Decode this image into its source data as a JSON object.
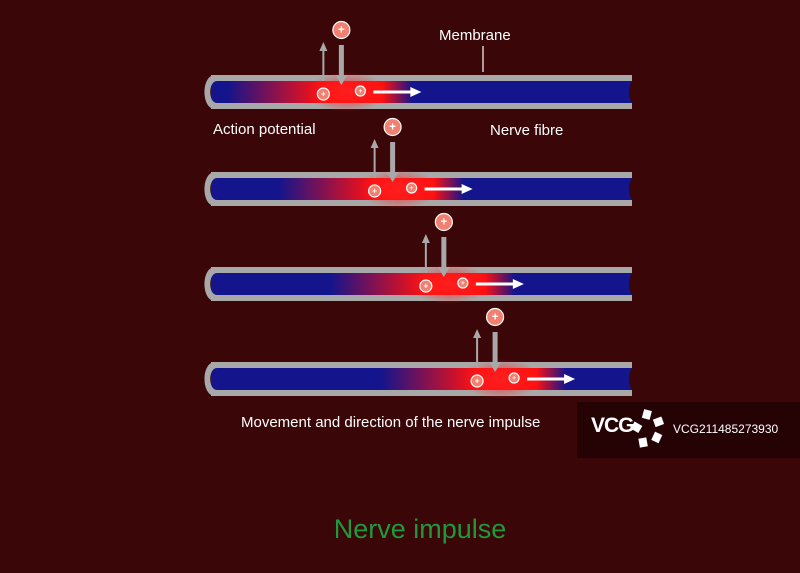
{
  "labels": {
    "membrane": "Membrane",
    "action_potential": "Action potential",
    "nerve_fibre": "Nerve fibre",
    "caption": "Movement and direction of the nerve impulse",
    "title": "Nerve impulse"
  },
  "watermark": {
    "logo": "VCG",
    "id": "VCG211485273930"
  },
  "ion_symbol": "+",
  "impulse_positions": [
    0.31,
    0.43,
    0.55,
    0.67
  ],
  "colors": {
    "background": "#3a0608",
    "fibre": "#14148c",
    "membrane": "#a8a8a8",
    "impulse": "#ff1010",
    "title": "#1f9a3a",
    "ion": "#f08070"
  }
}
